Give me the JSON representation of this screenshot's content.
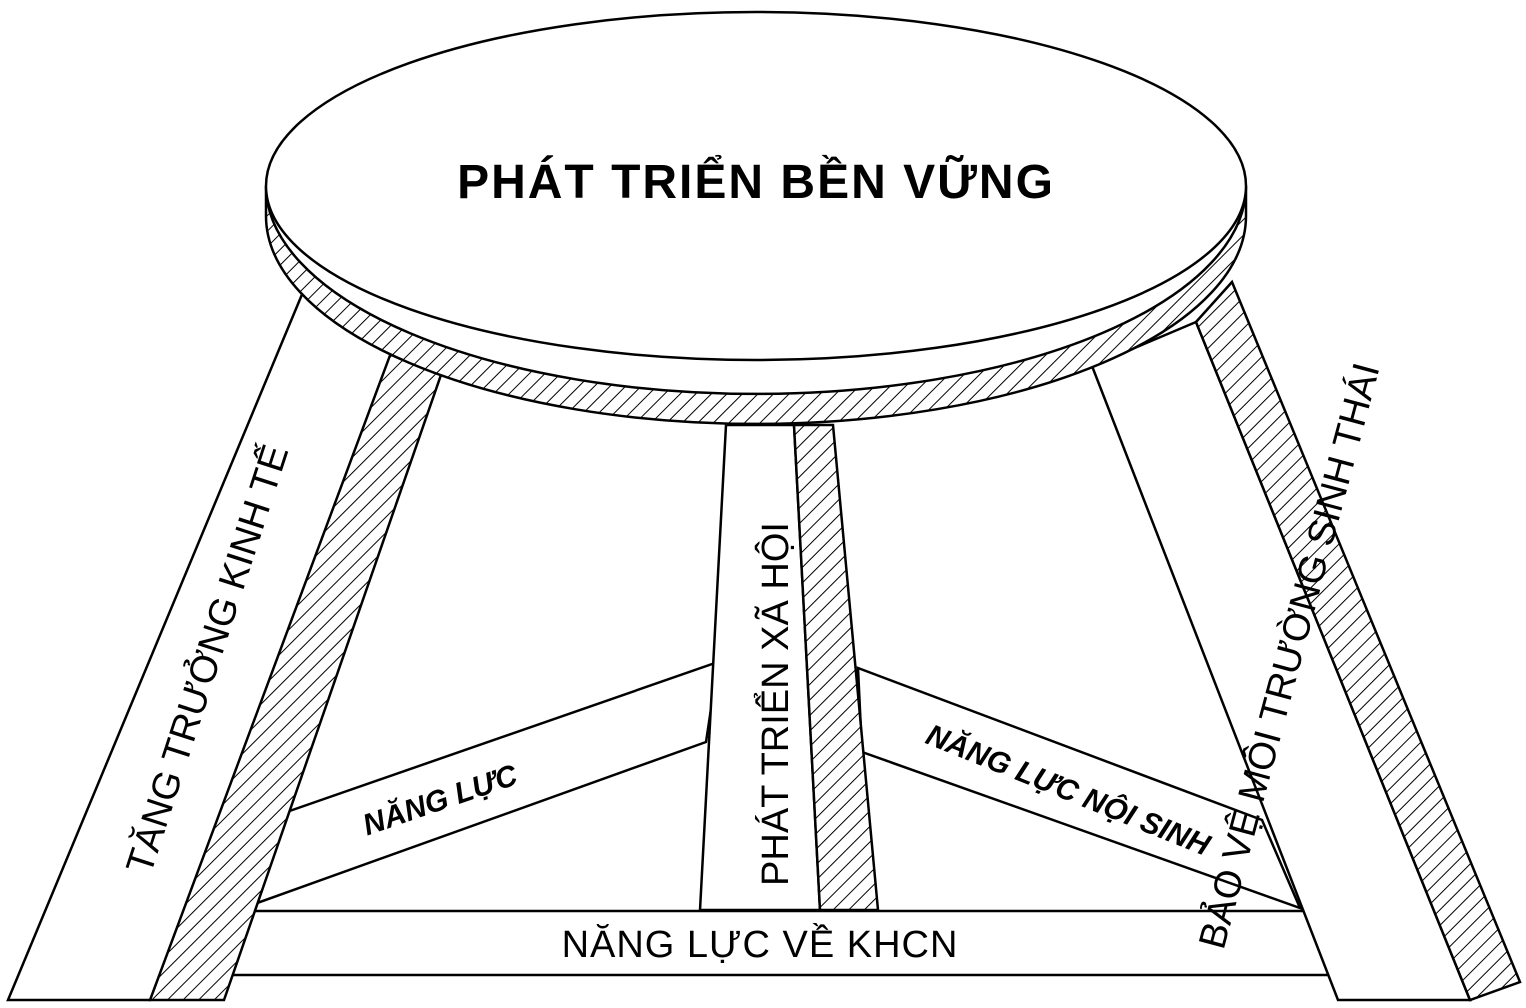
{
  "diagram": {
    "seat_title": "PHÁT TRIỂN BỀN VỮNG",
    "legs": {
      "left": "TĂNG TRƯỞNG KINH TẾ",
      "center": "PHÁT TRIỂN XÃ HỘI",
      "right": "BẢO VỆ MÔI TRƯỜNG SINH THÁI"
    },
    "rungs": {
      "left": "NĂNG LỰC",
      "right": "NĂNG LỰC NỘI SINH",
      "bottom": "NĂNG LỰC VỀ KHCN"
    }
  },
  "colors": {
    "line": "#000000",
    "fill": "#ffffff"
  }
}
